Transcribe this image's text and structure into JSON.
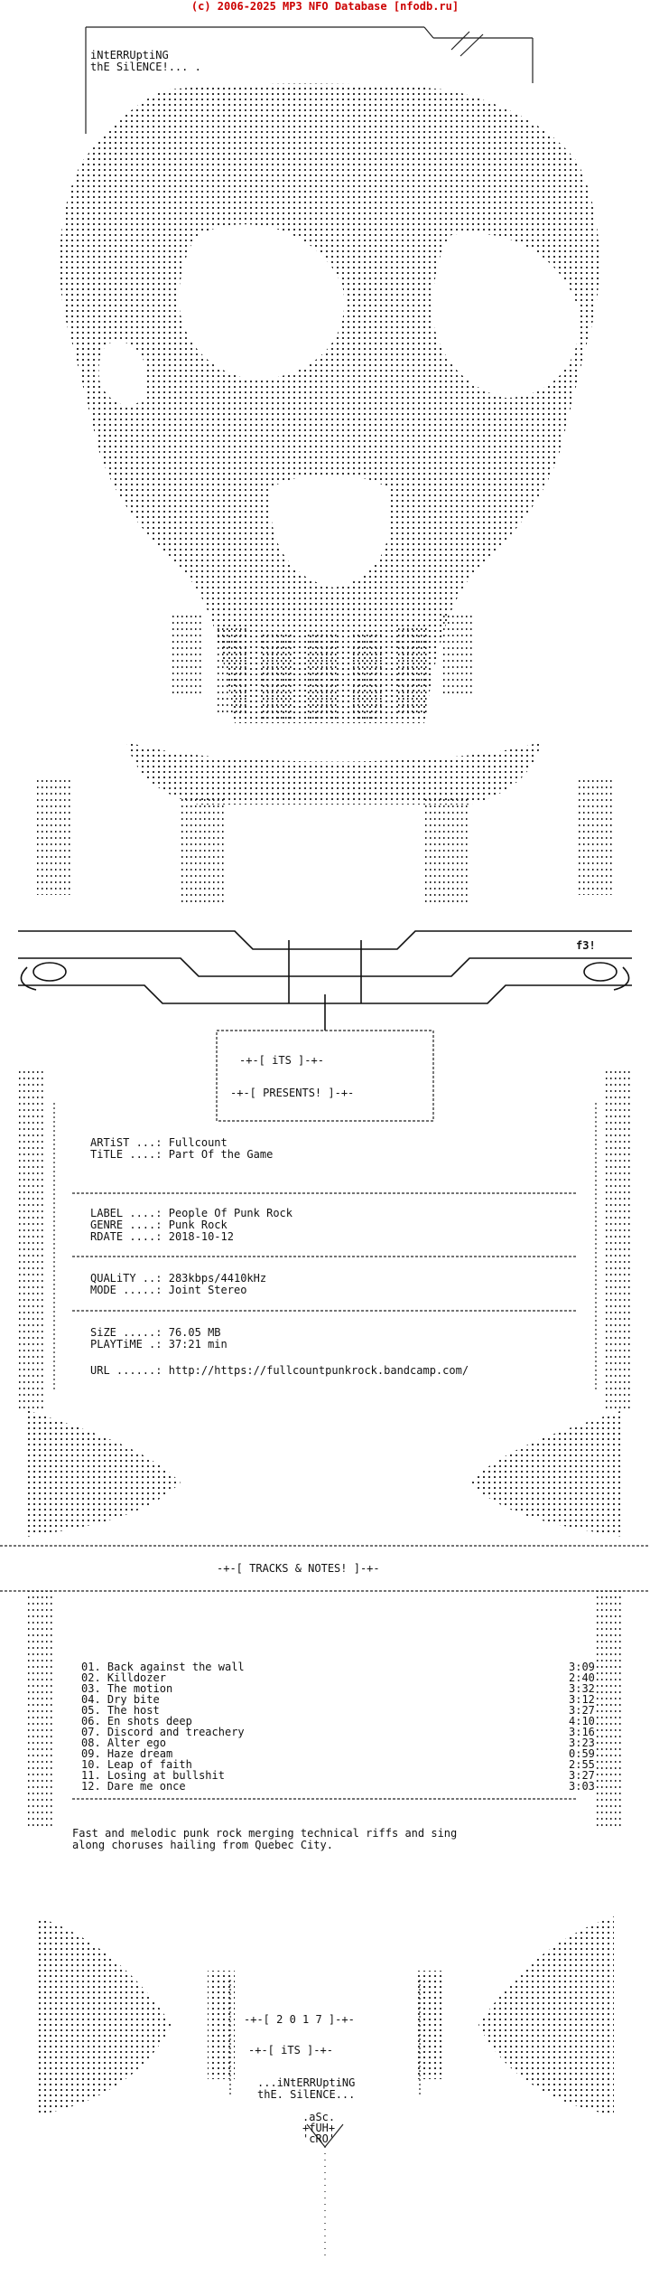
{
  "header": {
    "copyright": "(c) 2006-2025 MP3 NFO Database [nfodb.ru]"
  },
  "group": {
    "name_line1": "iNtERRUptiNG",
    "name_line2": "thE SilENCE!... .",
    "tag": "f3!"
  },
  "presents": {
    "its": "-+-[ iTS ]-+-",
    "presents": "-+-[ PRESENTS! ]-+-"
  },
  "release": {
    "artist_label": "ARTiST ...:",
    "artist": "Fullcount",
    "title_label": "TiTLE ....:",
    "title": "Part Of the Game",
    "label_label": "LABEL ....:",
    "label": "People Of Punk Rock",
    "genre_label": "GENRE ....:",
    "genre": "Punk Rock",
    "rdate_label": "RDATE ....:",
    "rdate": "2018-10-12",
    "quality_label": "QUALiTY ..:",
    "quality": "283kbps/4410kHz",
    "mode_label": "MODE .....:",
    "mode": "Joint Stereo",
    "size_label": "SiZE .....:",
    "size": "76.05 MB",
    "playtime_label": "PLAYTiME .:",
    "playtime": "37:21 min",
    "url_label": "URL ......:",
    "url": "http://https://fullcountpunkrock.bandcamp.com/"
  },
  "tracks_header": "-+-[ TRACKS & NOTES! ]-+-",
  "tracks": [
    {
      "num": "01.",
      "title": "Back against the wall",
      "time": "3:09"
    },
    {
      "num": "02.",
      "title": "Killdozer",
      "time": "2:40"
    },
    {
      "num": "03.",
      "title": "The motion",
      "time": "3:32"
    },
    {
      "num": "04.",
      "title": "Dry bite",
      "time": "3:12"
    },
    {
      "num": "05.",
      "title": "The host",
      "time": "3:27"
    },
    {
      "num": "06.",
      "title": "En shots deep",
      "time": "4:10"
    },
    {
      "num": "07.",
      "title": "Discord and treachery",
      "time": "3:16"
    },
    {
      "num": "08.",
      "title": "Alter ego",
      "time": "3:23"
    },
    {
      "num": "09.",
      "title": "Haze dream",
      "time": "0:59"
    },
    {
      "num": "10.",
      "title": "Leap of faith",
      "time": "2:55"
    },
    {
      "num": "11.",
      "title": "Losing at bullshit",
      "time": "3:27"
    },
    {
      "num": "12.",
      "title": "Dare me once",
      "time": "3:03"
    }
  ],
  "notes": {
    "line1": "Fast and melodic punk rock merging technical riffs and sing",
    "line2": "along choruses hailing from Quebec City."
  },
  "footer": {
    "year": "-+-[ 2 0 1 7 ]-+-",
    "its": "-+-[ iTS ]-+-",
    "group_line1": "...iNtERRUptiNG",
    "group_line2": "thE. SilENCE...",
    "credit1": ".aSc.",
    "credit2": "+fUH+",
    "credit3": "'cRO'"
  }
}
